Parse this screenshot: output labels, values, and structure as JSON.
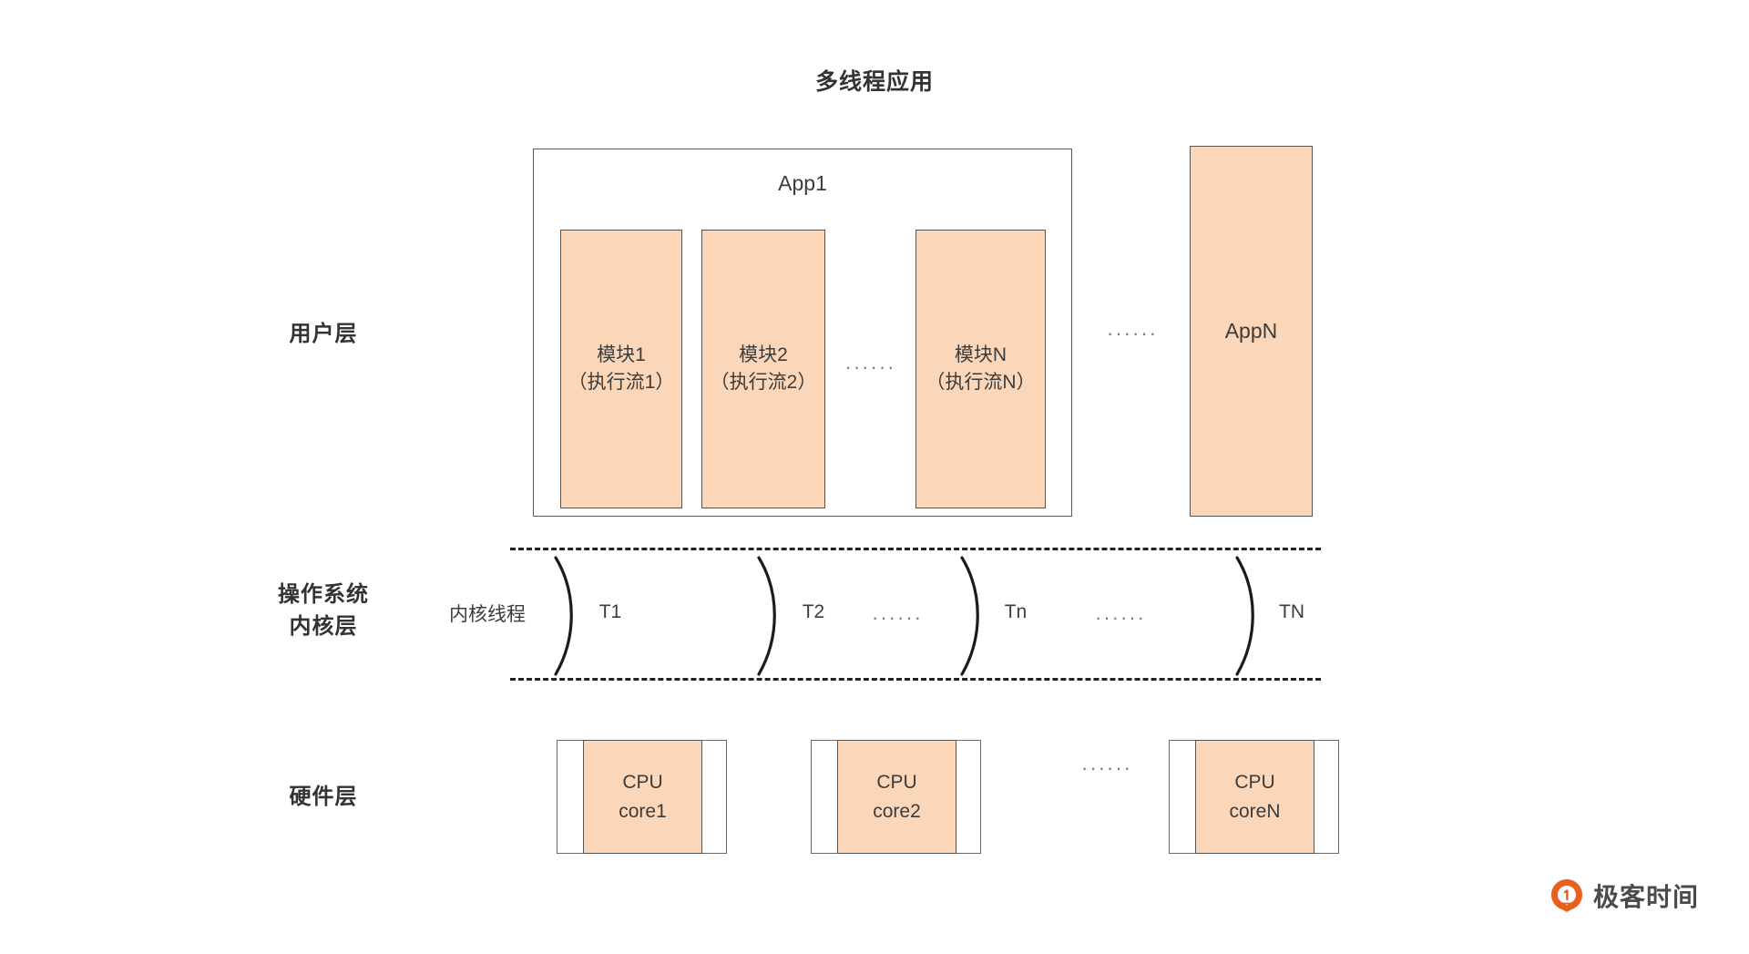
{
  "diagram": {
    "title": "多线程应用",
    "colors": {
      "block_fill": "#FBD6B8",
      "block_stroke": "#555555",
      "text": "#3c3c3c",
      "dashed_rule": "#222222",
      "logo_orange": "#E8601C"
    },
    "ellipsis": "······"
  },
  "layers": [
    {
      "id": "user",
      "label": "用户层"
    },
    {
      "id": "kernel",
      "label": "操作系统\n内核层",
      "label_line1": "操作系统",
      "label_line2": "内核层"
    },
    {
      "id": "hardware",
      "label": "硬件层"
    }
  ],
  "user_layer": {
    "app_container": {
      "title": "App1"
    },
    "modules": [
      {
        "name": "模块1",
        "flow": "（执行流1）"
      },
      {
        "name": "模块2",
        "flow": "（执行流2）"
      },
      {
        "name": "模块N",
        "flow": "（执行流N）"
      }
    ],
    "app_n": {
      "label": "AppN"
    },
    "ellipsis_between_modules": "······",
    "ellipsis_between_apps": "······"
  },
  "kernel_layer": {
    "row_label": "内核线程",
    "threads": [
      {
        "label": "T1"
      },
      {
        "label": "T2"
      },
      {
        "label": "Tn"
      },
      {
        "label": "TN"
      }
    ],
    "ellipsis_1": "······",
    "ellipsis_2": "······"
  },
  "hardware_layer": {
    "cpus": [
      {
        "line1": "CPU",
        "line2": "core1"
      },
      {
        "line1": "CPU",
        "line2": "core2"
      },
      {
        "line1": "CPU",
        "line2": "coreN"
      }
    ],
    "ellipsis": "······"
  },
  "watermark": {
    "text": "极客时间",
    "icon": "geektime-logo-icon"
  }
}
